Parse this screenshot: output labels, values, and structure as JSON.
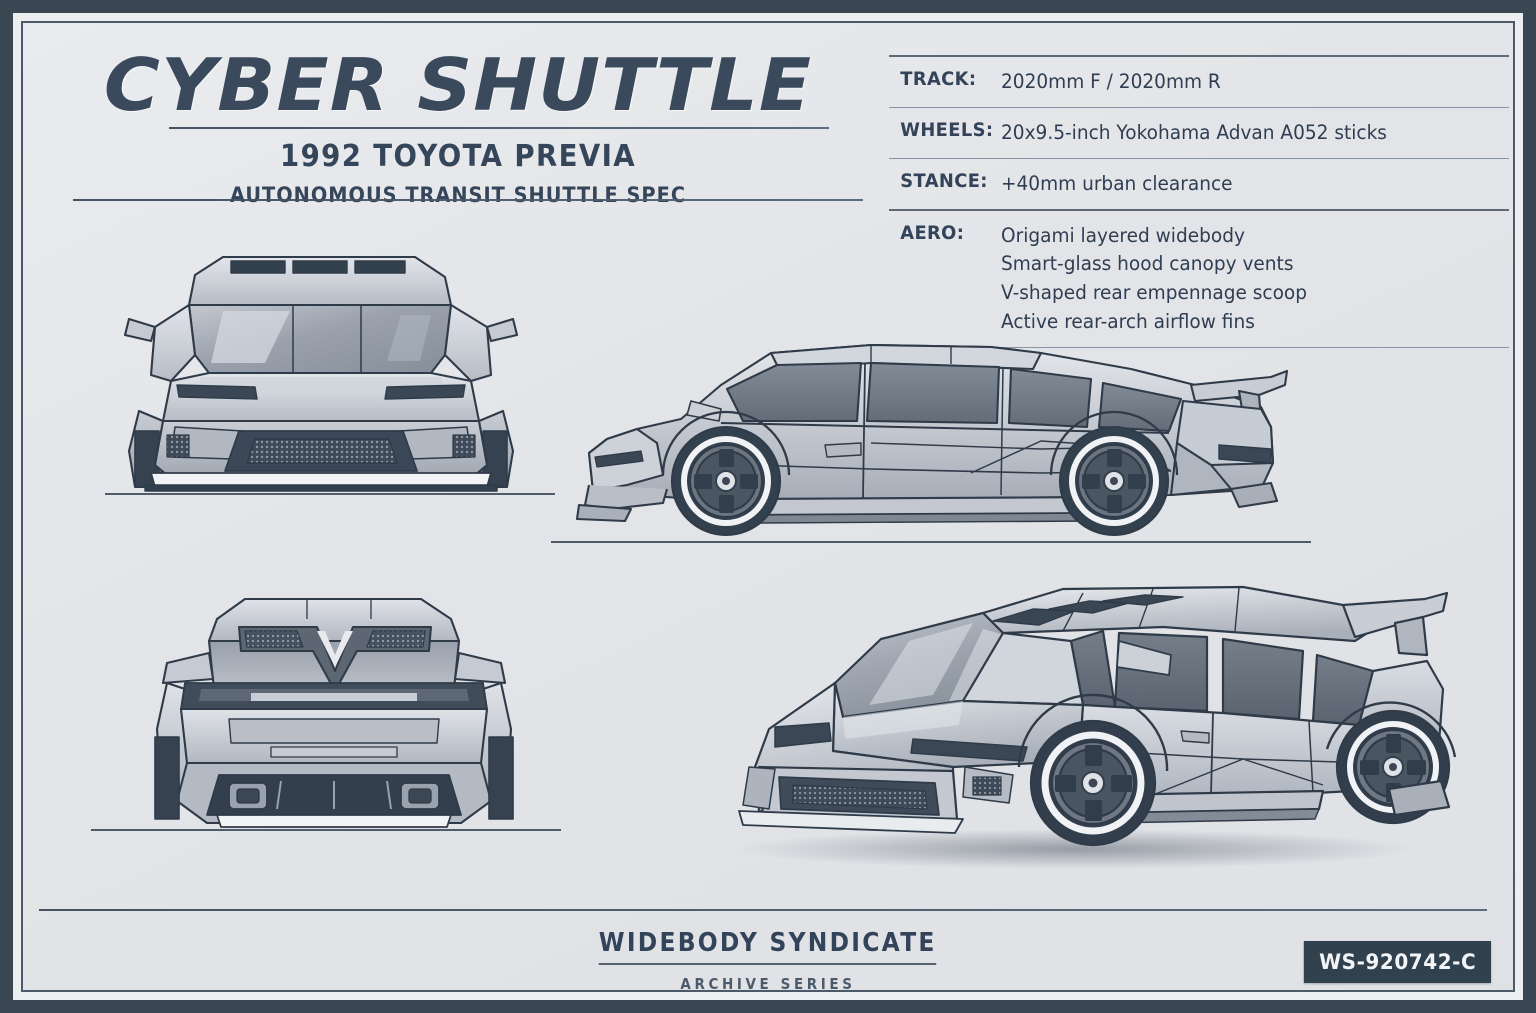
{
  "sheet": {
    "title": "CYBER SHUTTLE",
    "subtitle": "1992 TOYOTA PREVIA",
    "subtitle2": "AUTONOMOUS TRANSIT SHUTTLE SPEC"
  },
  "spec": {
    "rows": [
      {
        "label": "TRACK:",
        "lines": [
          "2020mm F  /  2020mm R"
        ]
      },
      {
        "label": "WHEELS:",
        "lines": [
          "20x9.5-inch Yokohama Advan A052 sticks"
        ]
      },
      {
        "label": "STANCE:",
        "lines": [
          "+40mm urban clearance"
        ]
      },
      {
        "label": "AERO:",
        "lines": [
          "Origami layered widebody",
          "Smart-glass hood canopy vents",
          "V-shaped rear empennage scoop",
          "Active rear-arch airflow fins"
        ]
      }
    ]
  },
  "views": {
    "front": "front-elevation-view",
    "side": "side-profile-view",
    "rear": "rear-elevation-view",
    "hero": "three-quarter-hero-view"
  },
  "footer": {
    "brand": "WIDEBODY SYNDICATE",
    "series": "ARCHIVE SERIES",
    "code": "WS-920742-C"
  },
  "colors": {
    "frame": "#3a4652",
    "panel": "#e4e6e9",
    "ink": "#33435a",
    "line": "#3e4c5c",
    "badge": "#32414e",
    "body_light": "#d8dbe0",
    "body_mid": "#b9bec6",
    "body_dark": "#8d949e",
    "glass": "#9aa1ab",
    "glass_dark": "#6e7682",
    "tire": "#323d49"
  }
}
